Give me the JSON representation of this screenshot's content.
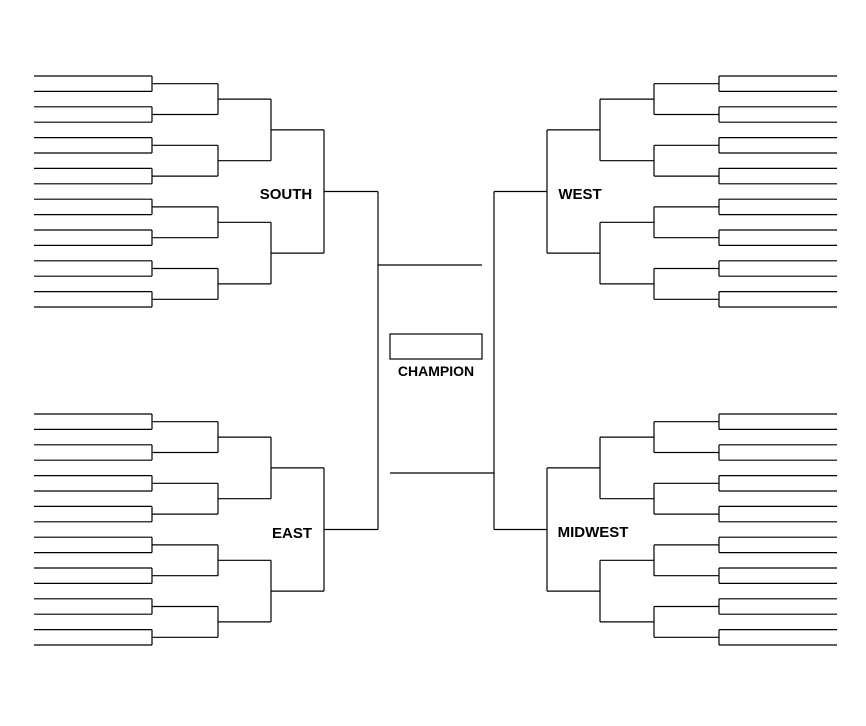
{
  "regions": {
    "south": "SOUTH",
    "west": "WEST",
    "east": "EAST",
    "midwest": "MIDWEST"
  },
  "champion": {
    "label": "CHAMPION",
    "name": ""
  },
  "colors": {
    "line": "#000000",
    "background": "#ffffff"
  }
}
